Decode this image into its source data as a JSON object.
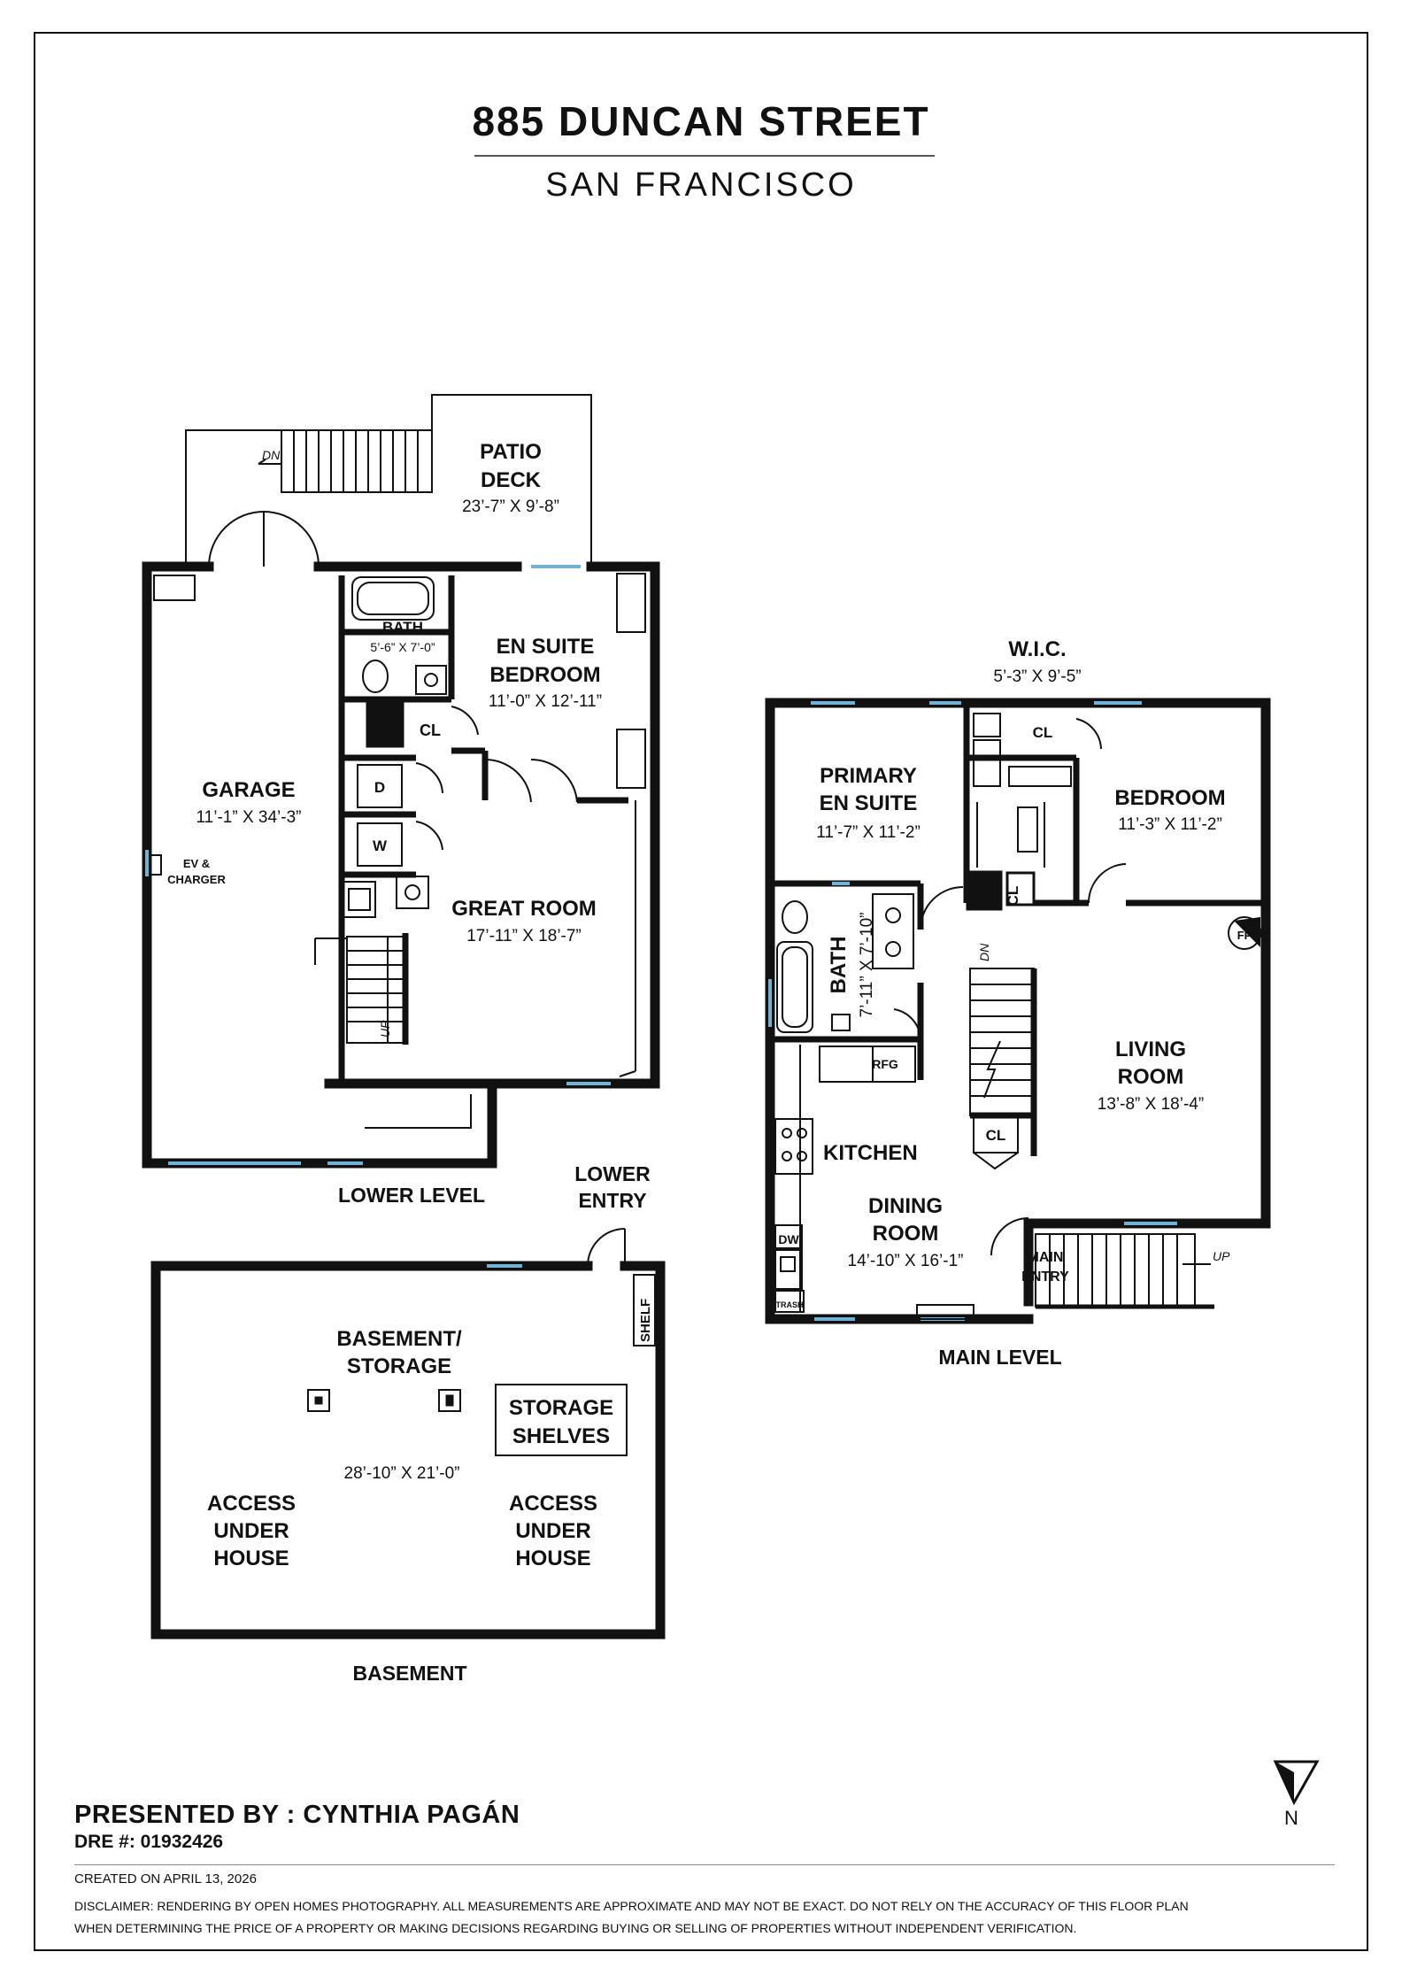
{
  "header": {
    "address": "885 DUNCAN STREET",
    "city": "SAN FRANCISCO"
  },
  "lower_level": {
    "label": "LOWER LEVEL",
    "patio_deck": {
      "name_line1": "PATIO",
      "name_line2": "DECK",
      "dims": "23’-7” X 9’-8”"
    },
    "stairs_label_dn": "DN",
    "stairs_label_up": "UP",
    "bath": {
      "name": "BATH",
      "dims": "5’-6” X 7’-0”"
    },
    "en_suite_bedroom": {
      "name_line1": "EN SUITE",
      "name_line2": "BEDROOM",
      "dims": "11’-0” X 12’-11”"
    },
    "closet": "CL",
    "dryer": "D",
    "washer": "W",
    "garage": {
      "name": "GARAGE",
      "dims": "11’-1” X 34’-3”"
    },
    "ev_line1": "EV &",
    "ev_line2": "CHARGER",
    "great_room": {
      "name": "GREAT ROOM",
      "dims": "17’-11” X 18’-7”"
    },
    "lower_entry_line1": "LOWER",
    "lower_entry_line2": "ENTRY"
  },
  "basement": {
    "label": "BASEMENT",
    "room_line1": "BASEMENT/",
    "room_line2": "STORAGE",
    "dims": "28’-10” X 21’-0”",
    "shelf": "SHELF",
    "storage_line1": "STORAGE",
    "storage_line2": "SHELVES",
    "access_line1": "ACCESS",
    "access_line2": "UNDER",
    "access_line3": "HOUSE"
  },
  "main_level": {
    "label": "MAIN LEVEL",
    "wic": {
      "name": "W.I.C.",
      "dims": "5’-3” X 9’-5”"
    },
    "primary": {
      "name_line1": "PRIMARY",
      "name_line2": "EN SUITE",
      "dims": "11’-7” X 11’-2”"
    },
    "bedroom": {
      "name": "BEDROOM",
      "dims": "11’-3” X 11’-2”"
    },
    "closet": "CL",
    "bath": {
      "name": "BATH",
      "dims": "7’-11” X 7’-10”"
    },
    "fireplace": "FP",
    "stairs_dn": "DN",
    "stairs_up": "UP",
    "living_room": {
      "name_line1": "LIVING",
      "name_line2": "ROOM",
      "dims": "13’-8” X 18’-4”"
    },
    "refrigerator": "RFG",
    "kitchen": "KITCHEN",
    "dining_room": {
      "name_line1": "DINING",
      "name_line2": "ROOM",
      "dims": "14’-10” X 16’-1”"
    },
    "dishwasher": "DW",
    "trash": "TRASH",
    "main_entry_line1": "MAIN",
    "main_entry_line2": "ENTRY"
  },
  "compass": {
    "north": "N"
  },
  "footer": {
    "presented_by": "PRESENTED BY : CYNTHIA PAGÁN",
    "dre": "DRE #: 01932426",
    "created": "CREATED ON APRIL 13, 2026",
    "disclaimer_line1": "DISCLAIMER: RENDERING BY OPEN HOMES PHOTOGRAPHY. ALL MEASUREMENTS ARE APPROXIMATE AND MAY NOT BE EXACT. DO NOT RELY ON THE ACCURACY OF THIS FLOOR PLAN",
    "disclaimer_line2": "WHEN DETERMINING THE PRICE OF A PROPERTY OR MAKING DECISIONS REGARDING BUYING OR SELLING OF PROPERTIES WITHOUT INDEPENDENT VERIFICATION."
  }
}
